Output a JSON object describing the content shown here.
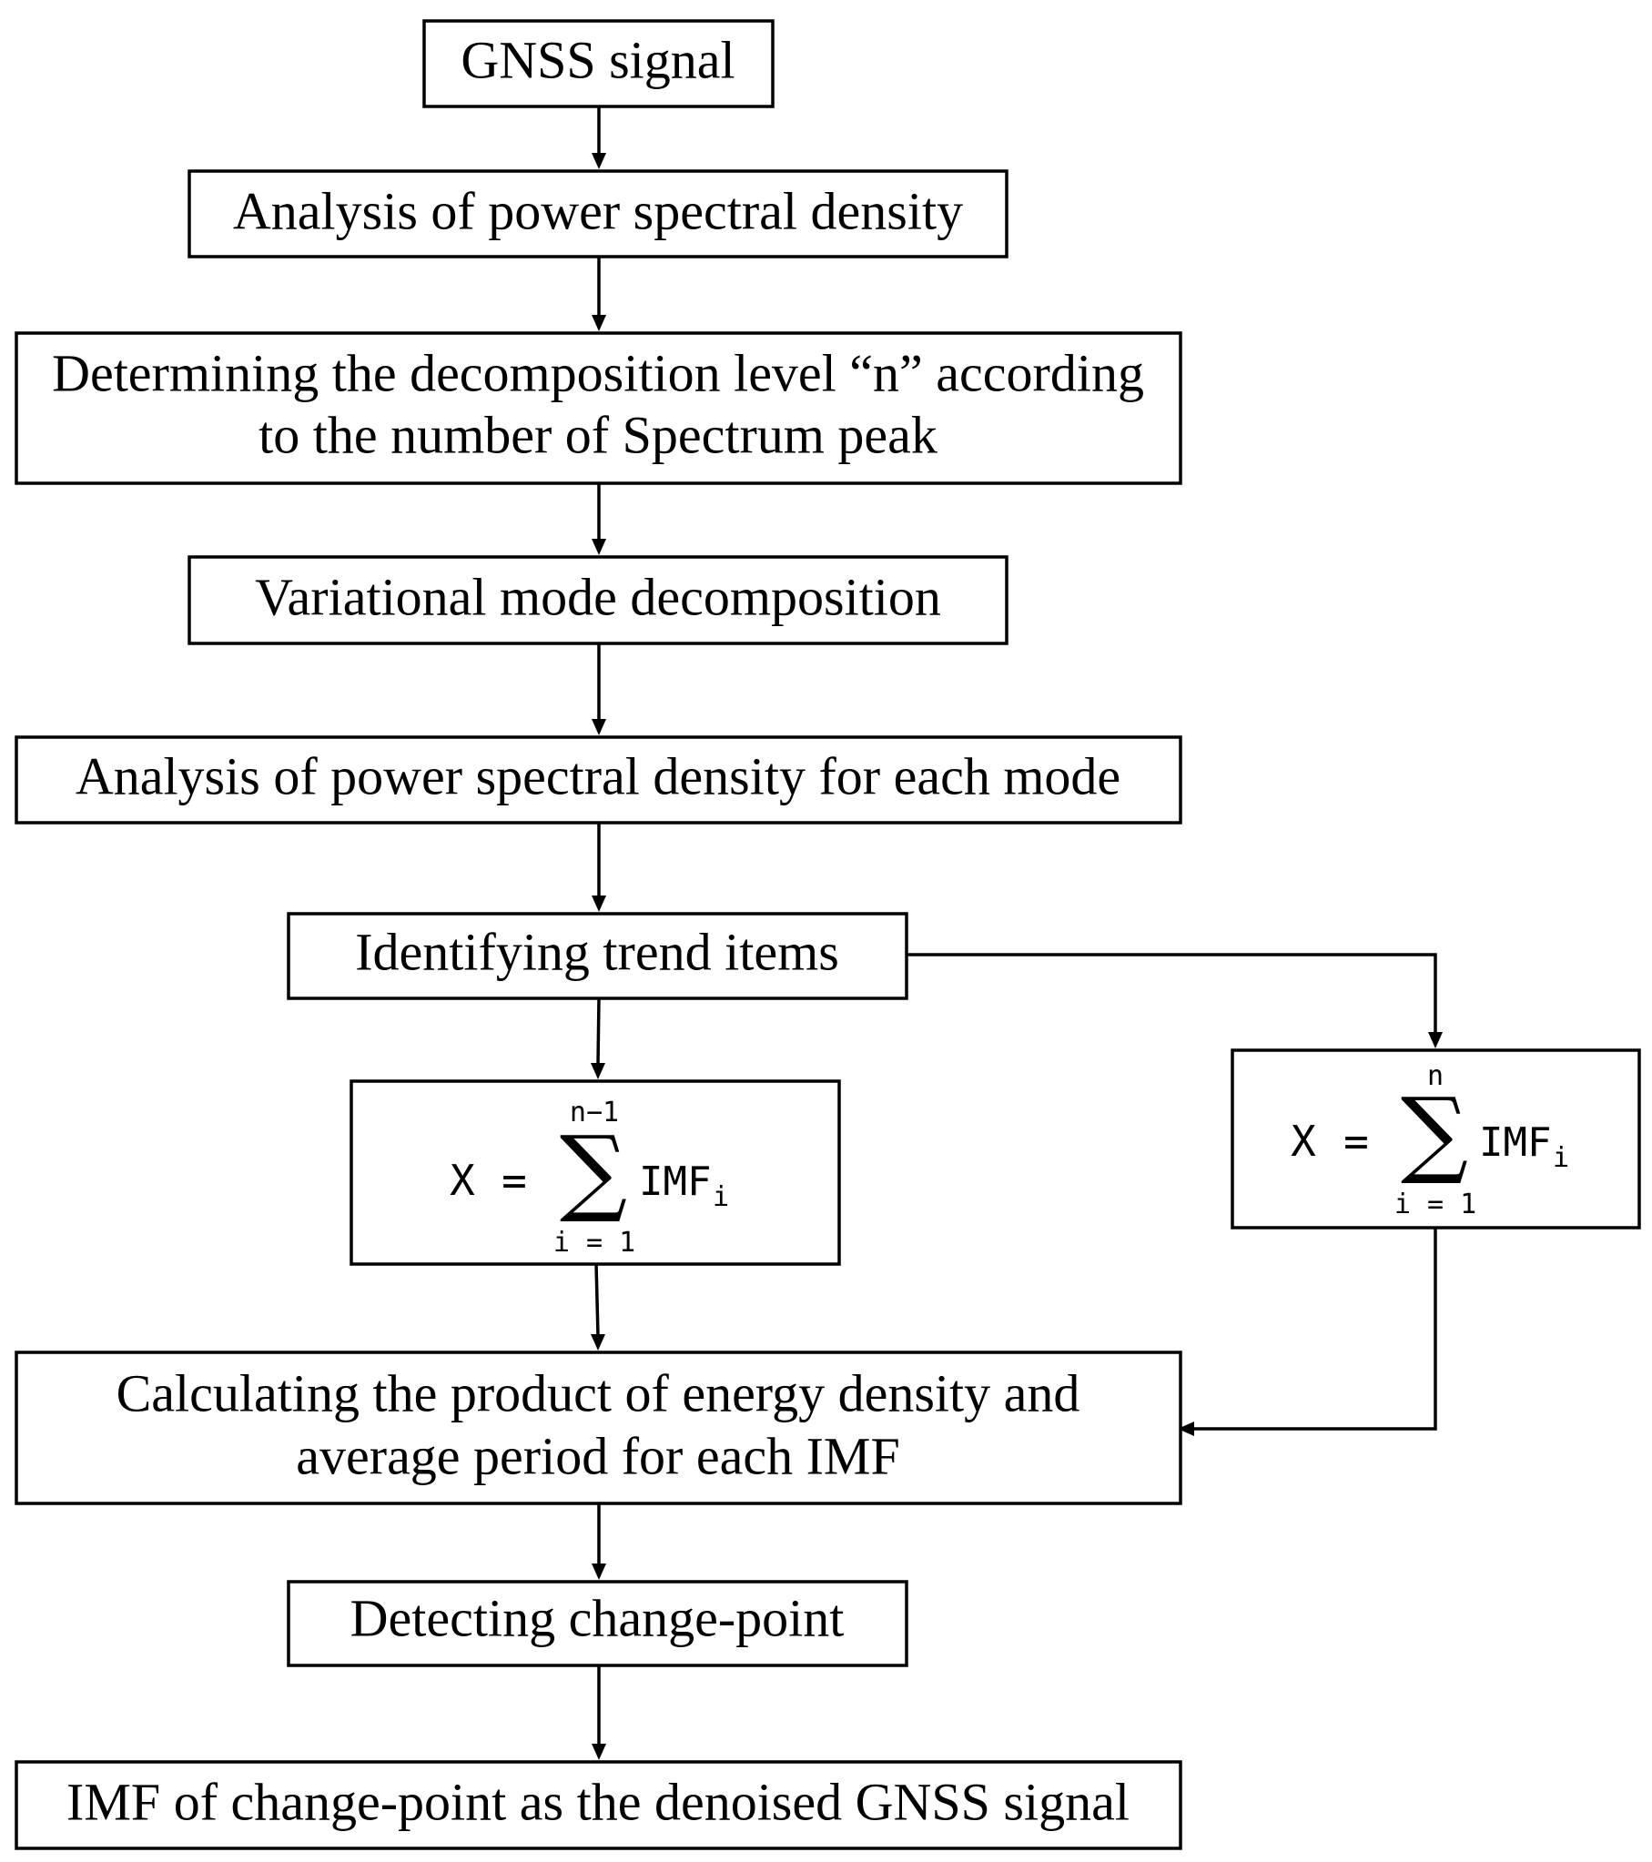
{
  "nodes": {
    "gnss_signal": "GNSS signal",
    "psd_analysis": "Analysis of power spectral density",
    "decomposition_level": {
      "line1": "Determining the decomposition level “n” according",
      "line2": "to the number of  Spectrum peak"
    },
    "vmd": "Variational mode decomposition",
    "psd_each_mode": "Analysis of power spectral density for each mode",
    "trend_items": "Identifying trend items",
    "sum_left": {
      "lhs": "X",
      "equals": "=",
      "sigma": "∑",
      "upper": "n−1",
      "lower": "i = 1",
      "term": "IMF",
      "subscript": "i"
    },
    "sum_right": {
      "lhs": "X",
      "equals": "=",
      "sigma": "∑",
      "upper": "n",
      "lower": "i = 1",
      "term": "IMF",
      "subscript": "i"
    },
    "energy_product": {
      "line1": "Calculating the product of energy density and",
      "line2": "average period for each IMF"
    },
    "change_point": "Detecting change-point",
    "output": "IMF of change-point as the denoised GNSS signal"
  }
}
